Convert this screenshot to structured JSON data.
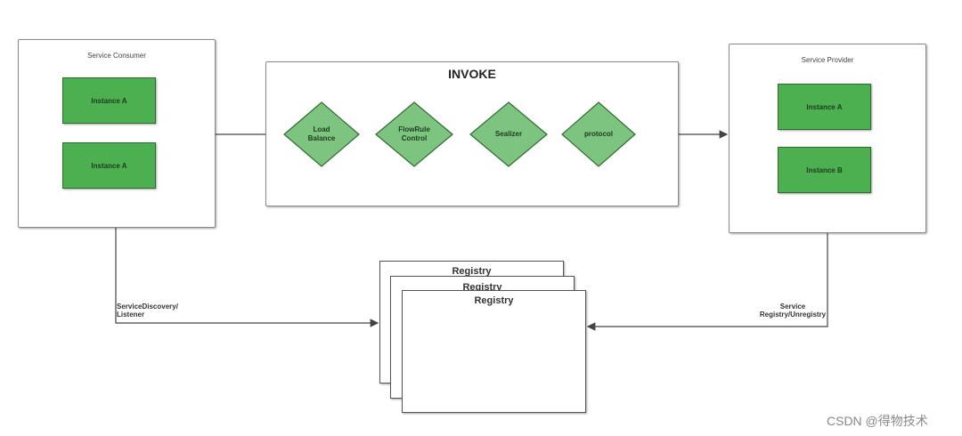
{
  "consumer": {
    "title": "Service Consumer",
    "instances": [
      "Instance A",
      "Instance A"
    ]
  },
  "invoke": {
    "title": "INVOKE",
    "steps": [
      {
        "label": "Load\nBalance"
      },
      {
        "label": "FlowRule\nControl"
      },
      {
        "label": "Sealizer"
      },
      {
        "label": "protocol"
      }
    ]
  },
  "provider": {
    "title": "Service Provider",
    "instances": [
      "Instance A",
      "Instance B"
    ]
  },
  "registry": {
    "stack_titles": [
      "Registry",
      "Registry",
      "Registry"
    ]
  },
  "edges": {
    "discovery_label": "ServiceDiscovery/\nListener",
    "registry_label": "Service\nRegistry/Unregistry"
  },
  "colors": {
    "node_fill": "#4caf50",
    "diamond_fill": "#7cc47f",
    "line": "#444444"
  },
  "watermark": "CSDN @得物技术"
}
